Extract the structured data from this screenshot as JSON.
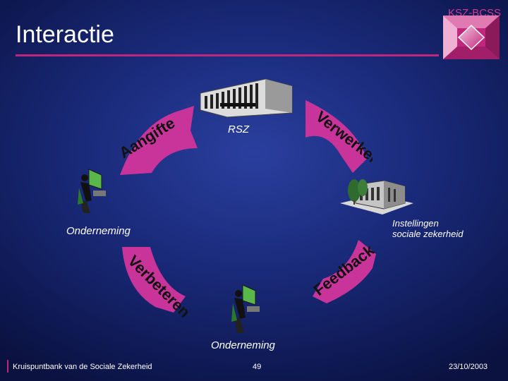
{
  "header": {
    "title": "Interactie",
    "brand": "KSZ-BCSS"
  },
  "nodes": {
    "rsz": "RSZ",
    "instellingen_line1": "Instellingen",
    "instellingen_line2": "sociale zekerheid",
    "onderneming_left": "Onderneming",
    "onderneming_bottom": "Onderneming"
  },
  "arrows": {
    "aangifte": "Aangifte",
    "verwerken": "Verwerken",
    "verbeteren": "Verbeteren",
    "feedback": "Feedback"
  },
  "footer": {
    "org": "Kruispuntbank van de Sociale Zekerheid",
    "page": "49",
    "date": "23/10/2003"
  },
  "colors": {
    "accent": "#c0267c",
    "wedge": "#c8349a",
    "background": "#1a2a7a"
  },
  "icons": [
    "ksz-logo-icon",
    "building-icon",
    "campus-building-icon",
    "person-at-computer-icon"
  ]
}
